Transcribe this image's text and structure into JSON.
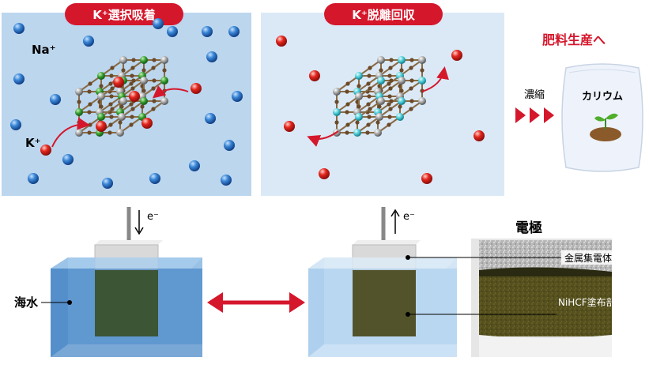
{
  "panels": {
    "adsorption": {
      "title": "K⁺選択吸着",
      "na_label": "Na⁺",
      "k_label": "K⁺"
    },
    "desorption": {
      "title": "K⁺脱離回収"
    }
  },
  "product": {
    "arrow_label": "肥料生産へ",
    "concentrate_label": "濃縮",
    "bag_label": "カリウム"
  },
  "cells": {
    "left_current": "e⁻",
    "right_current": "e⁻",
    "seawater_label": "海水"
  },
  "electrode": {
    "title": "電極",
    "collector_label": "金属集電体",
    "coating_label": "NiHCF塗布部分"
  },
  "colors": {
    "accent_red": "#d5172c",
    "panel_left_bg": "#bcd6ee",
    "panel_right_bg": "#dbe9f6",
    "na_ion": "#2f77c8",
    "k_ion": "#e0241f",
    "water": "#5b95cf",
    "electrode": "#4c4a1c"
  }
}
